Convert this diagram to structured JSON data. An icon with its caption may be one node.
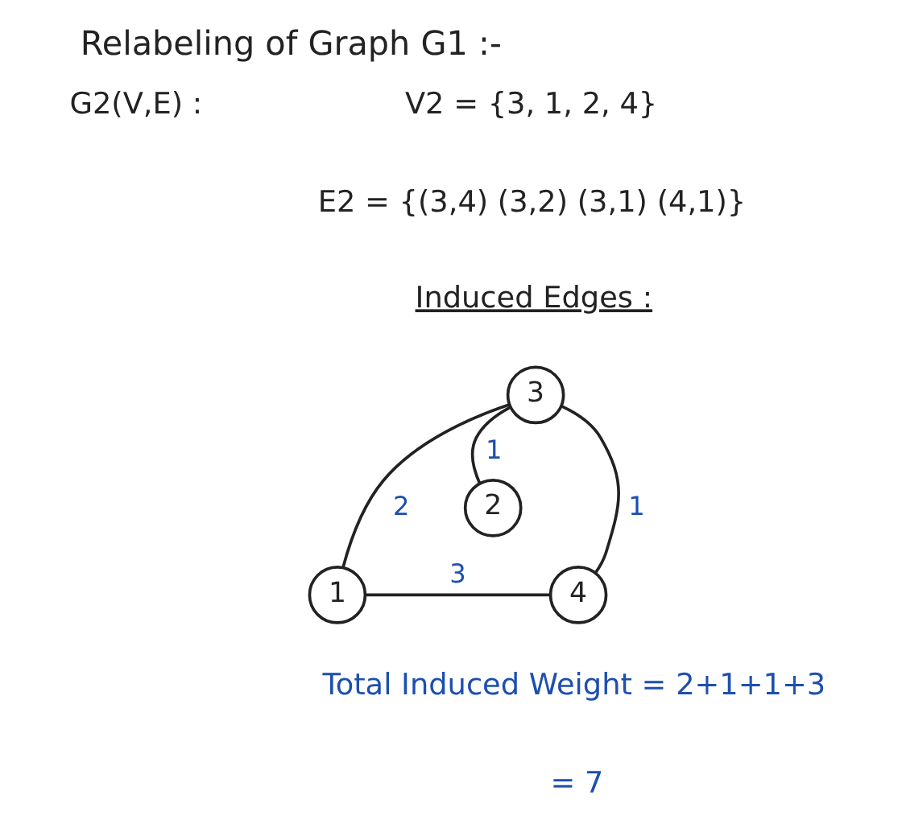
{
  "diagram": {
    "title": "Relabeling of Graph G1 :-",
    "nodes": [
      {
        "text": [
          "3"
        ]
      },
      {
        "text": [
          "1"
        ]
      },
      {
        "text": [
          "2"
        ]
      },
      {
        "text": [
          "4"
        ]
      }
    ],
    "edges": [
      {
        "from": 0,
        "to": 3,
        "arrow": "none",
        "label": "1"
      },
      {
        "from": 0,
        "to": 2,
        "arrow": "none",
        "label": "1"
      },
      {
        "from": 0,
        "to": 1,
        "arrow": "none",
        "label": "2"
      },
      {
        "from": 3,
        "to": 1,
        "arrow": "none",
        "label": "3"
      }
    ],
    "labels": [
      "G2(V,E) :",
      "V2 = {3, 1, 2, 4}",
      "E2 = {(3,4) (3,2) (3,1) (4,1)}",
      "Induced Edges :",
      "Total Induced Weight = 2+1+1+3",
      "= 7"
    ]
  }
}
